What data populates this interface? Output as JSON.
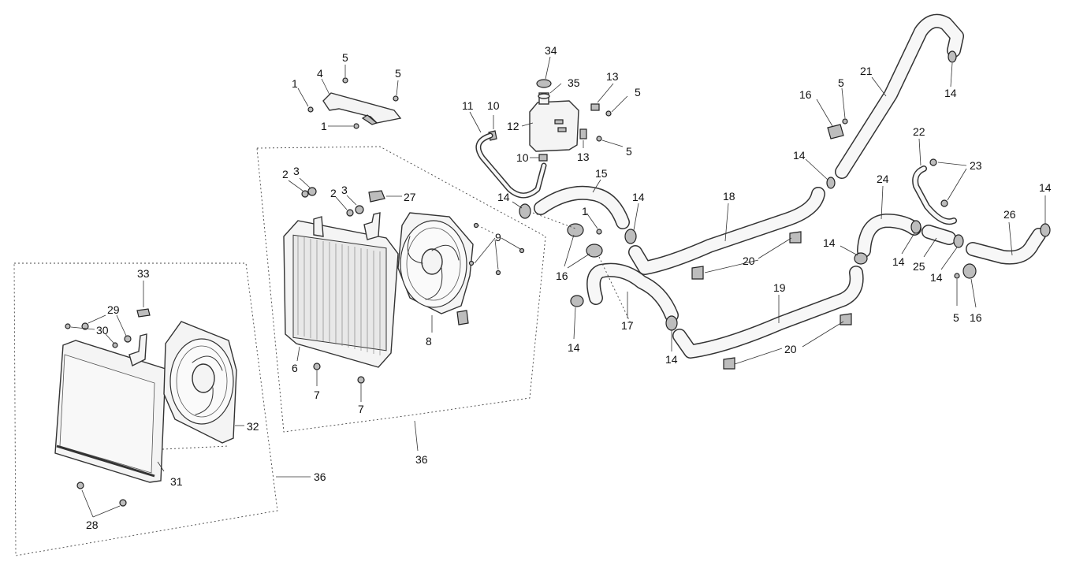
{
  "callouts": {
    "c1a": "1",
    "c1b": "1",
    "c1c": "1",
    "c2a": "2",
    "c2b": "2",
    "c3a": "3",
    "c3b": "3",
    "c4": "4",
    "c5a": "5",
    "c5b": "5",
    "c5c": "5",
    "c5d": "5",
    "c5e": "5",
    "c5f": "5",
    "c6": "6",
    "c7a": "7",
    "c7b": "7",
    "c8": "8",
    "c9": "9",
    "c10a": "10",
    "c10b": "10",
    "c11": "11",
    "c12": "12",
    "c13a": "13",
    "c13b": "13",
    "c14a": "14",
    "c14b": "14",
    "c14c": "14",
    "c14d": "14",
    "c14e": "14",
    "c14f": "14",
    "c14g": "14",
    "c14h": "14",
    "c14i": "14",
    "c14j": "14",
    "c15": "15",
    "c16a": "16",
    "c16b": "16",
    "c16c": "16",
    "c17": "17",
    "c18": "18",
    "c19": "19",
    "c20a": "20",
    "c20b": "20",
    "c21": "21",
    "c22": "22",
    "c23": "23",
    "c24": "24",
    "c25": "25",
    "c26": "26",
    "c27": "27",
    "c28": "28",
    "c29": "29",
    "c30": "30",
    "c31": "31",
    "c32": "32",
    "c33": "33",
    "c34": "34",
    "c35": "35",
    "c36a": "36",
    "c36b": "36"
  },
  "icons": {
    "radiator": "radiator-icon",
    "fan": "cooling-fan-icon",
    "tank": "expansion-tank-icon",
    "clamp": "hose-clamp-icon"
  }
}
